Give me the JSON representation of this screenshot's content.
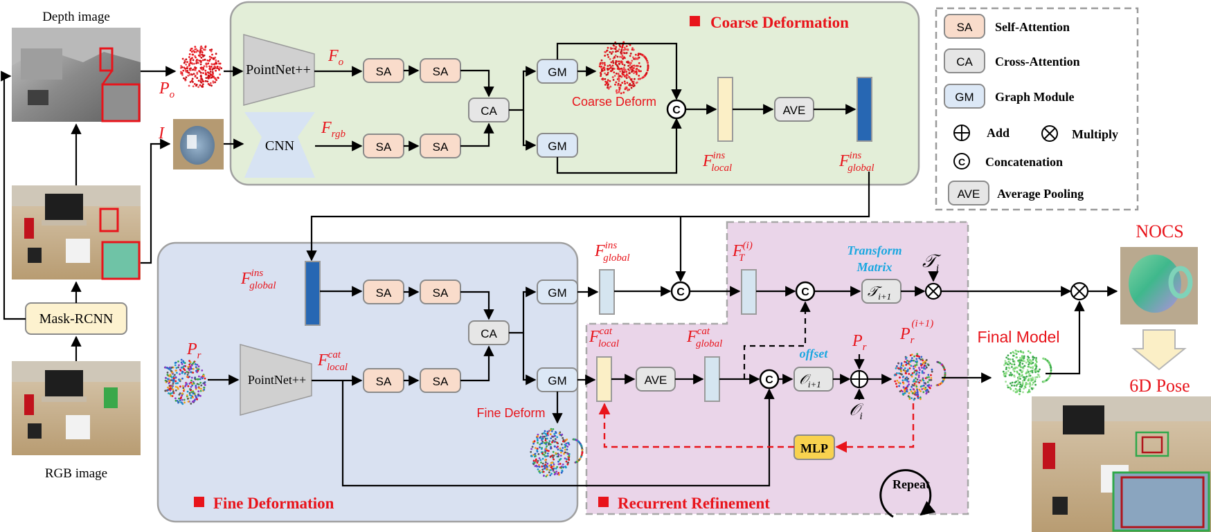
{
  "labels": {
    "depth_image": "Depth image",
    "rgb_image": "RGB image",
    "mask_rcnn": "Mask-RCNN",
    "coarse_title": "Coarse Deformation",
    "fine_title": "Fine Deformation",
    "recurrent_title": "Recurrent Refinement",
    "pointnet": "PointNet++",
    "cnn": "CNN",
    "sa": "SA",
    "ca": "CA",
    "gm": "GM",
    "ave": "AVE",
    "mlp": "MLP",
    "concat": "C",
    "coarse_deform": "Coarse Deform",
    "fine_deform": "Fine Deform",
    "final_model": "Final Model",
    "nocs": "NOCS",
    "pose": "6D Pose",
    "repeat": "Repeat",
    "transform_matrix_1": "Transform",
    "transform_matrix_2": "Matrix",
    "offset": "offset",
    "T_i": "𝒯",
    "T_i_sub": "i",
    "T_i1": "𝒯",
    "T_i1_sub": "i+1",
    "O_i": "𝒪",
    "O_i_sub": "i",
    "O_i1": "𝒪",
    "O_i1_sub": "i+1"
  },
  "symbols": {
    "P": "P",
    "o": "o",
    "r": "r",
    "I": "I",
    "F": "F",
    "rgb": "rgb",
    "ins": "ins",
    "cat": "cat",
    "local": "local",
    "global": "global",
    "T": "T",
    "i_sup": "(i)",
    "i1_sup": "(i+1)"
  },
  "legend": {
    "items": [
      {
        "abbr": "SA",
        "label": "Self-Attention"
      },
      {
        "abbr": "CA",
        "label": "Cross-Attention"
      },
      {
        "abbr": "GM",
        "label": "Graph Module"
      },
      {
        "abbr": "AVE",
        "label": "Average Pooling"
      }
    ],
    "add": "Add",
    "multiply": "Multiply",
    "concat": "Concatenation"
  },
  "colors": {
    "accent_red": "#e8141b",
    "sa_fill": "#f9dccb",
    "ca_fill": "#e6e6e6",
    "gm_fill": "#dce8f6",
    "coarse_bg": "#e3eed8",
    "fine_bg": "#d9e1f1",
    "recurrent_bg": "#ead5e9",
    "cyan_text": "#1aa7e0",
    "mask_fill": "#fdf2cf",
    "mlp_fill": "#f8d24f",
    "feat_yellow": "#fbefc6",
    "feat_blue": "#2767b3",
    "feat_light": "#d5e5f0"
  }
}
